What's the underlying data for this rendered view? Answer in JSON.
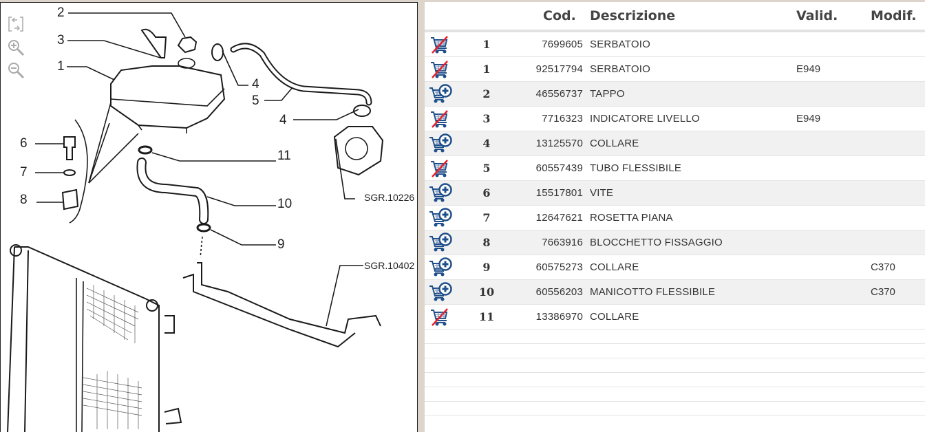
{
  "diagram": {
    "tools": [
      {
        "name": "fit-screen",
        "icon": "fit-screen-icon"
      },
      {
        "name": "zoom-in",
        "icon": "zoom-in-icon"
      },
      {
        "name": "zoom-out",
        "icon": "zoom-out-icon"
      }
    ],
    "callouts": [
      "2",
      "3",
      "1",
      "4",
      "5",
      "4",
      "6",
      "11",
      "7",
      "8",
      "10",
      "9"
    ],
    "references": [
      "SGR.10226",
      "SGR.10402"
    ]
  },
  "table": {
    "headers": {
      "icon": "",
      "pos": "",
      "cod": "Cod.",
      "descrizione": "Descrizione",
      "valid": "Valid.",
      "modif": "Modif."
    },
    "rows": [
      {
        "cart": "unavailable",
        "pos": "1",
        "cod": "7699605",
        "desc": "SERBATOIO",
        "valid": "",
        "modif": ""
      },
      {
        "cart": "unavailable",
        "pos": "1",
        "cod": "92517794",
        "desc": "SERBATOIO",
        "valid": "E949",
        "modif": ""
      },
      {
        "cart": "add",
        "pos": "2",
        "cod": "46556737",
        "desc": "TAPPO",
        "valid": "",
        "modif": ""
      },
      {
        "cart": "unavailable",
        "pos": "3",
        "cod": "7716323",
        "desc": "INDICATORE LIVELLO",
        "valid": "E949",
        "modif": ""
      },
      {
        "cart": "add",
        "pos": "4",
        "cod": "13125570",
        "desc": "COLLARE",
        "valid": "",
        "modif": ""
      },
      {
        "cart": "unavailable",
        "pos": "5",
        "cod": "60557439",
        "desc": "TUBO FLESSIBILE",
        "valid": "",
        "modif": ""
      },
      {
        "cart": "add",
        "pos": "6",
        "cod": "15517801",
        "desc": "VITE",
        "valid": "",
        "modif": ""
      },
      {
        "cart": "add",
        "pos": "7",
        "cod": "12647621",
        "desc": "ROSETTA PIANA",
        "valid": "",
        "modif": ""
      },
      {
        "cart": "add",
        "pos": "8",
        "cod": "7663916",
        "desc": "BLOCCHETTO FISSAGGIO",
        "valid": "",
        "modif": ""
      },
      {
        "cart": "add",
        "pos": "9",
        "cod": "60575273",
        "desc": "COLLARE",
        "valid": "",
        "modif": "C370"
      },
      {
        "cart": "add",
        "pos": "10",
        "cod": "60556203",
        "desc": "MANICOTTO FLESSIBILE",
        "valid": "",
        "modif": "C370"
      },
      {
        "cart": "unavailable",
        "pos": "11",
        "cod": "13386970",
        "desc": "COLLARE",
        "valid": "",
        "modif": ""
      }
    ]
  },
  "colors": {
    "cart_blue": "#1f4f8a",
    "cart_strike_red": "#e8202a",
    "row_alt_bg": "#f1f1f1",
    "frame_bg": "#ddd5cc"
  }
}
